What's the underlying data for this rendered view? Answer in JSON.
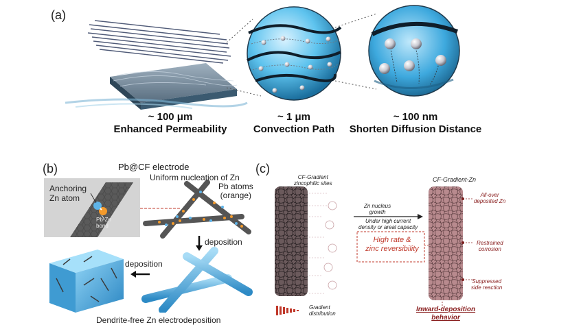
{
  "panel_a": {
    "label": "(a)",
    "items": [
      {
        "scale": "~ 100 μm",
        "caption": "Enhanced Permeability"
      },
      {
        "scale": "~ 1 μm",
        "caption": "Convection Path"
      },
      {
        "scale": "~ 100 nm",
        "caption": "Shorten Diffusion Distance"
      }
    ]
  },
  "panel_b": {
    "label": "(b)",
    "title": "Pb@CF electrode",
    "anchoring": "Anchoring\nZn atom",
    "bond": "Pb-Zn\nbond",
    "uniform": "Uniform nucleation of Zn",
    "pb_atoms": "Pb atoms\n(orange)",
    "deposition_down": "deposition",
    "deposition_left": "deposition",
    "bottom_caption": "Dendrite-free Zn electrodeposition"
  },
  "panel_c": {
    "label": "(c)",
    "left_title": "CF-Gradient\nzincophilic sites",
    "right_title": "CF-Gradient-Zn",
    "arrow_top": "Zn nucleus\ngrowth",
    "arrow_bottom": "Under high current\ndensity or areal capacity",
    "highlight": "High rate &\nzinc reversibility",
    "note1": "All-over\ndeposited Zn",
    "note2": "Restrained\ncorrosion",
    "note3": "Suppressed\nside reaction",
    "gradient": "Gradient\ndistribution",
    "inward": "Inward-deposition\nbehavior"
  }
}
